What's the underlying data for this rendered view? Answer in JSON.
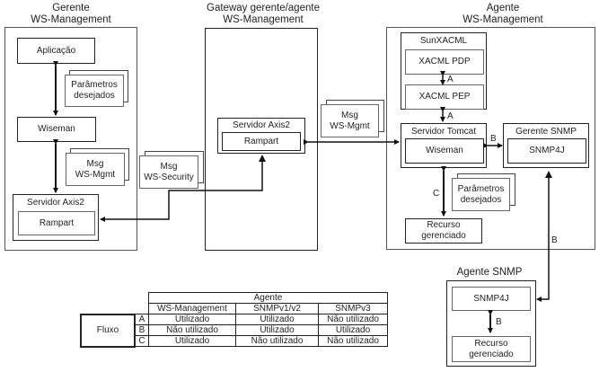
{
  "gerente": {
    "title_line1": "Gerente",
    "title_line2": "WS-Management",
    "aplicacao": "Aplicação",
    "parametros_l1": "Parâmetros",
    "parametros_l2": "desejados",
    "wiseman": "Wiseman",
    "msg_l1": "Msg",
    "msg_l2": "WS-Mgmt",
    "servidor": "Servidor Axis2",
    "rampart": "Rampart"
  },
  "msg_security": {
    "l1": "Msg",
    "l2": "WS-Security"
  },
  "gateway": {
    "title_line1": "Gateway gerente/agente",
    "title_line2": "WS-Management",
    "servidor": "Servidor Axis2",
    "rampart": "Rampart"
  },
  "msg_mgmt": {
    "l1": "Msg",
    "l2": "WS-Mgmt"
  },
  "agente": {
    "title_line1": "Agente",
    "title_line2": "WS-Management",
    "sunxacml": "SunXACML",
    "pdp": "XACML PDP",
    "pep": "XACML PEP",
    "tomcat": "Servidor Tomcat",
    "wiseman": "Wiseman",
    "gerente_snmp": "Gerente SNMP",
    "snmp4j": "SNMP4J",
    "parametros_l1": "Parâmetros",
    "parametros_l2": "desejados",
    "recurso_l1": "Recurso",
    "recurso_l2": "gerenciado"
  },
  "agente_snmp": {
    "title": "Agente SNMP",
    "snmp4j": "SNMP4J",
    "recurso_l1": "Recurso",
    "recurso_l2": "gerenciado"
  },
  "flow_labels": {
    "a1": "A",
    "a2": "A",
    "b_tomcat": "B",
    "c": "C",
    "b_vertical": "B",
    "b_snmp": "B"
  },
  "table": {
    "header": "Agente",
    "row_header": "Fluxo",
    "columns": [
      "WS-Management",
      "SNMPv1/v2",
      "SNMPv3"
    ],
    "rows": [
      {
        "flow": "A",
        "cells": [
          "Utilizado",
          "Utilizado",
          "Não utilizado"
        ]
      },
      {
        "flow": "B",
        "cells": [
          "Não utilizado",
          "Utilizado",
          "Utilizado"
        ]
      },
      {
        "flow": "C",
        "cells": [
          "Utilizado",
          "Não utilizado",
          "Não utilizado"
        ]
      }
    ]
  }
}
